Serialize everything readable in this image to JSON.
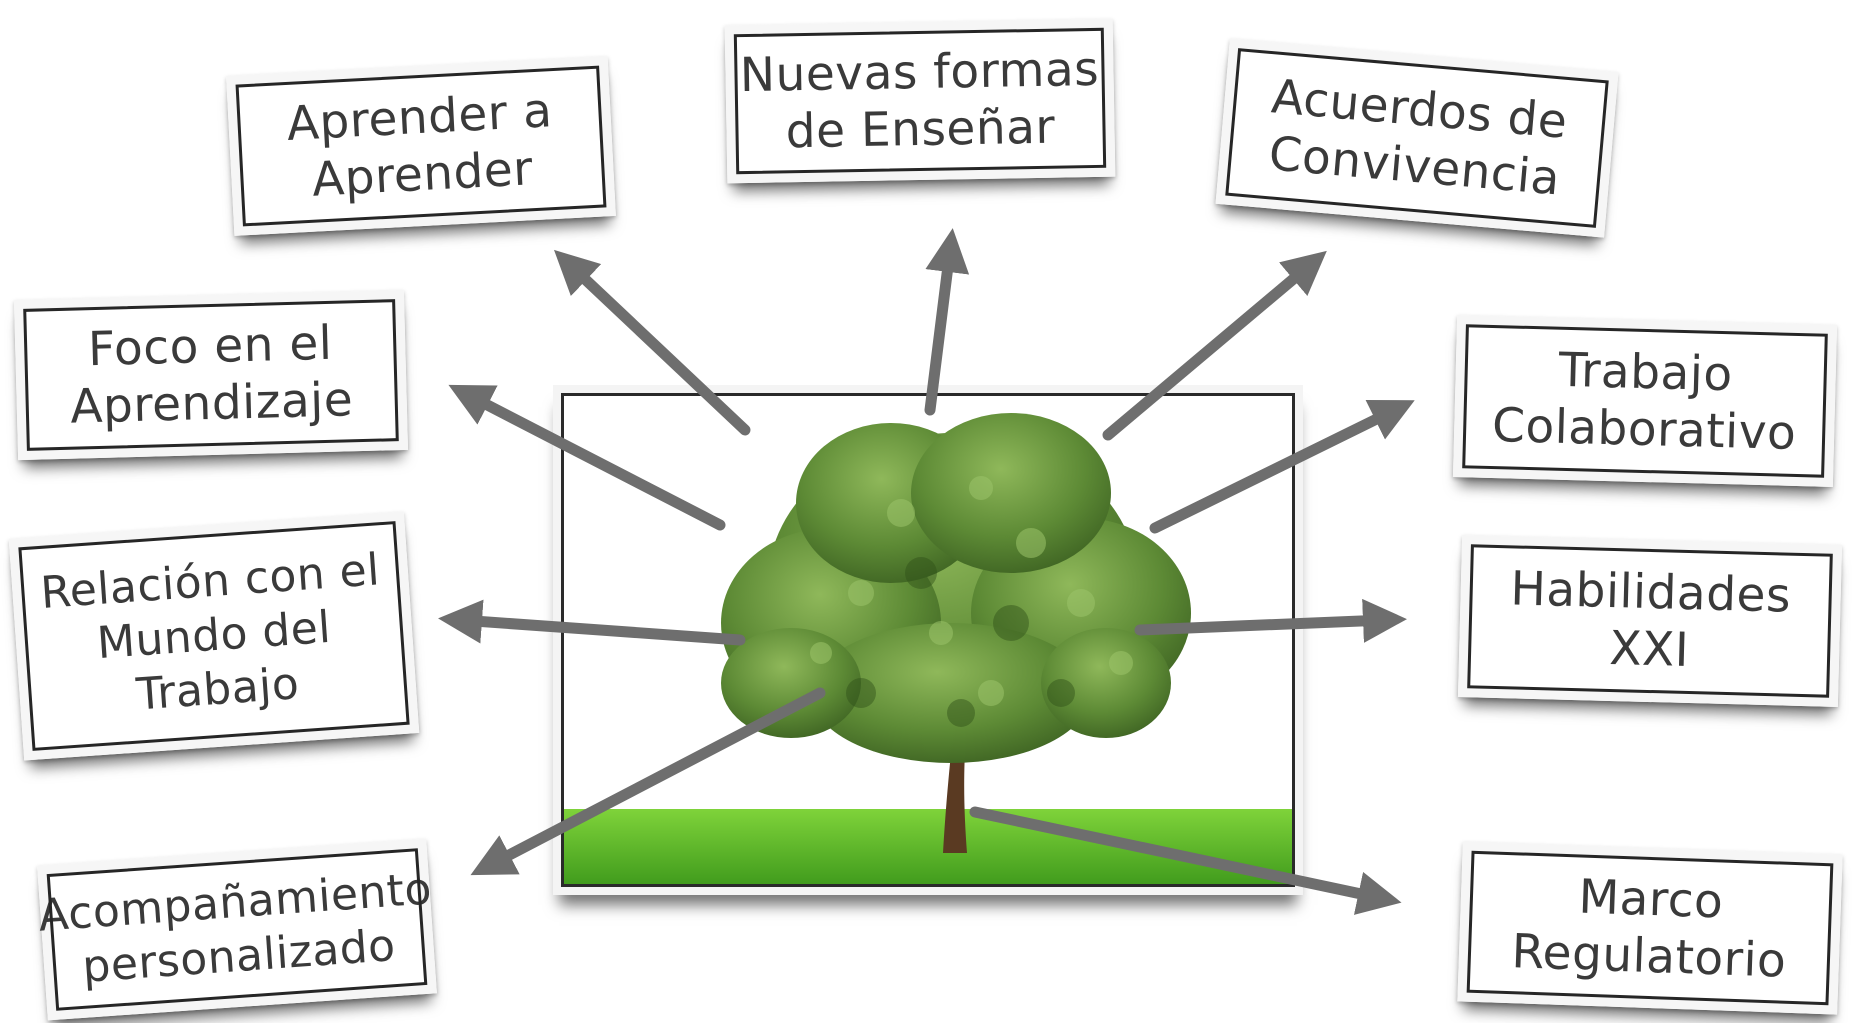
{
  "colors": {
    "arrow": "#6e6e6e",
    "card_border": "#262626",
    "text": "#3a3a3a",
    "foliage": "#4a7a2a",
    "grass": "#5cb82c"
  },
  "center": {
    "image": "tree-icon"
  },
  "cards": {
    "aprender": {
      "l1": "Aprender a",
      "l2": "Aprender"
    },
    "nuevas": {
      "l1": "Nuevas formas",
      "l2": "de Enseñar"
    },
    "acuerdos": {
      "l1": "Acuerdos de",
      "l2": "Convivencia"
    },
    "foco": {
      "l1": "Foco en el",
      "l2": "Aprendizaje"
    },
    "relacion": {
      "l1": "Relación con el",
      "l2": "Mundo del",
      "l3": "Trabajo"
    },
    "acompanamiento": {
      "l1": "Acompañamiento",
      "l2": "personalizado"
    },
    "trabajo": {
      "l1": "Trabajo",
      "l2": "Colaborativo"
    },
    "habilidades": {
      "l1": "Habilidades",
      "l2": "XXI"
    },
    "marco": {
      "l1": "Marco",
      "l2": "Regulatorio"
    }
  }
}
